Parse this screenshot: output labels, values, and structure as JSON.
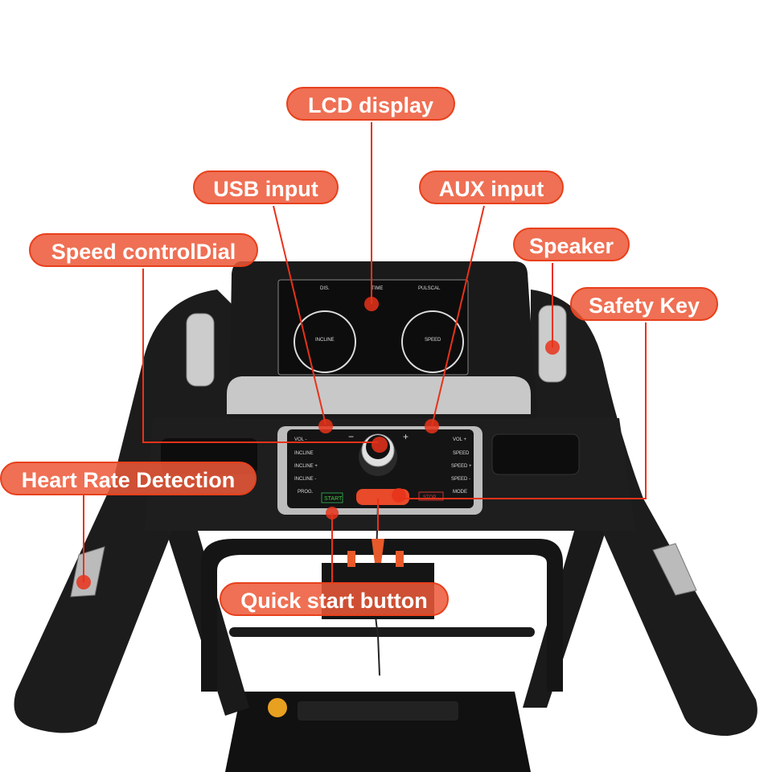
{
  "callouts": {
    "lcd_display": "LCD display",
    "usb_input": "USB input",
    "aux_input": "AUX input",
    "speed_control_dial": "Speed controlDial",
    "speaker": "Speaker",
    "safety_key": "Safety Key",
    "heart_rate_detection": "Heart Rate Detection",
    "quick_start_button": "Quick start button"
  },
  "console": {
    "display_labels": [
      "DIS.",
      "TIME",
      "PULSCAL"
    ],
    "incline_gauge": "INCLINE",
    "speed_gauge": "SPEED",
    "left_buttons": [
      "VOL -",
      "INCLINE",
      "INCLINE +",
      "INCLINE -",
      "PROG."
    ],
    "right_buttons": [
      "VOL +",
      "SPEED",
      "SPEED +",
      "SPEED -",
      "MODE"
    ],
    "start": "START",
    "stop": "STOP",
    "minus": "−",
    "plus": "+"
  },
  "colors": {
    "callout_fill": "#ec5838",
    "callout_border": "#e8401c",
    "leader_line": "#e8321a",
    "frame": "#1c1c1c"
  }
}
